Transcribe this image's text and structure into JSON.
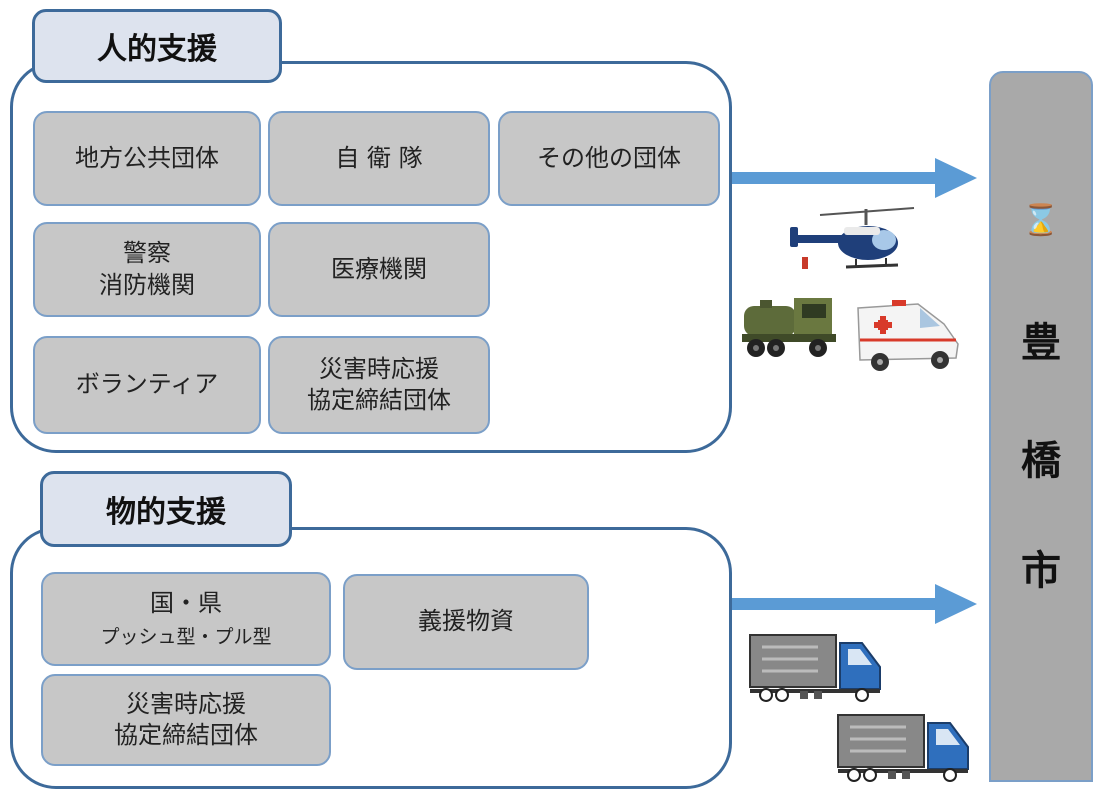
{
  "human_support": {
    "title": "人的支援",
    "items": [
      {
        "label": "地方公共団体"
      },
      {
        "label": "自 衛 隊"
      },
      {
        "label": "その他の団体"
      },
      {
        "line1": "警察",
        "line2": "消防機関"
      },
      {
        "label": "医療機関"
      },
      {
        "label": "ボランティア"
      },
      {
        "line1": "災害時応援",
        "line2": "協定締結団体"
      }
    ]
  },
  "material_support": {
    "title": "物的支援",
    "items": [
      {
        "line1": "国・県",
        "line2": "プッシュ型・プル型"
      },
      {
        "label": "義援物資"
      },
      {
        "line1": "災害時応援",
        "line2": "協定締結団体"
      }
    ]
  },
  "city": {
    "mark": "⌛",
    "chars": [
      "豊",
      "橋",
      "市"
    ]
  },
  "icons": [
    "helicopter-icon",
    "tank-truck-icon",
    "ambulance-icon",
    "truck-icon",
    "truck-icon"
  ],
  "colors": {
    "panel_border": "#3d6a9a",
    "tab_fill": "#dde3ee",
    "box_fill": "#c7c7c7",
    "box_border": "#7b9fc8",
    "arrow": "#5b9bd5",
    "city_fill": "#a9a9a9"
  }
}
